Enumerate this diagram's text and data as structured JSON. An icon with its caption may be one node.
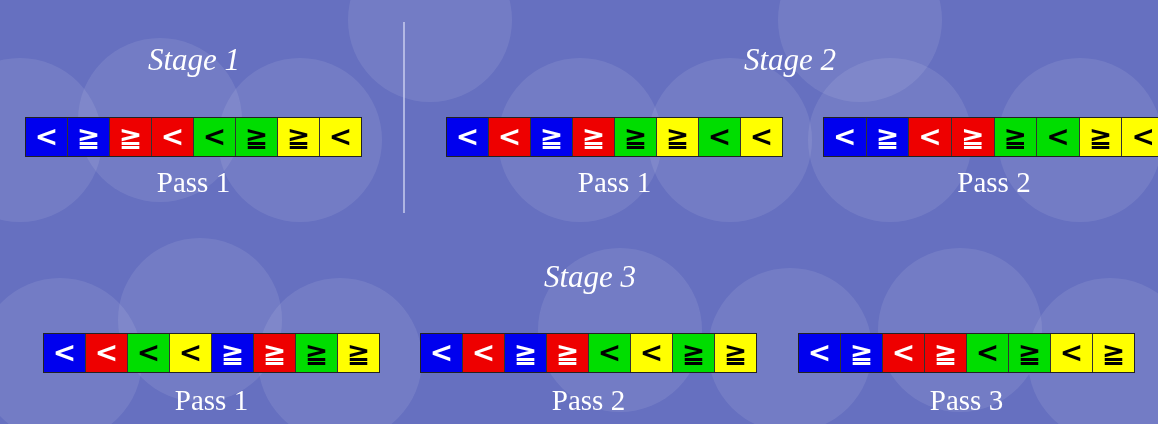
{
  "diagram": {
    "nodes": [
      {
        "text": [],
        "shape": "bar",
        "beside": [
          "Pass 1"
        ]
      },
      {
        "text": [
          "<"
        ],
        "in": 0
      },
      {
        "text": [
          "≧"
        ],
        "in": 0
      },
      {
        "text": [
          "≧"
        ],
        "in": 0
      },
      {
        "text": [
          "<"
        ],
        "in": 0
      },
      {
        "text": [
          "<"
        ],
        "in": 0
      },
      {
        "text": [
          "≧"
        ],
        "in": 0
      },
      {
        "text": [
          "≧"
        ],
        "in": 0
      },
      {
        "text": [
          "<"
        ],
        "in": 0
      },
      {
        "text": [],
        "shape": "bar",
        "beside": [
          "Pass 1"
        ]
      },
      {
        "text": [
          "<"
        ],
        "in": 9
      },
      {
        "text": [
          "<"
        ],
        "in": 9
      },
      {
        "text": [
          "≧"
        ],
        "in": 9
      },
      {
        "text": [
          "≧"
        ],
        "in": 9
      },
      {
        "text": [
          "≧"
        ],
        "in": 9
      },
      {
        "text": [
          "≧"
        ],
        "in": 9
      },
      {
        "text": [
          "<"
        ],
        "in": 9
      },
      {
        "text": [
          "<"
        ],
        "in": 9
      },
      {
        "text": [],
        "shape": "bar",
        "beside": [
          "Pass 2"
        ]
      },
      {
        "text": [
          "<"
        ],
        "in": 18
      },
      {
        "text": [
          "≧"
        ],
        "in": 18
      },
      {
        "text": [
          "<"
        ],
        "in": 18
      },
      {
        "text": [
          "≧"
        ],
        "in": 18
      },
      {
        "text": [
          "≧"
        ],
        "in": 18
      },
      {
        "text": [
          "<"
        ],
        "in": 18
      },
      {
        "text": [
          "≧"
        ],
        "in": 18
      },
      {
        "text": [
          "<"
        ],
        "in": 18
      },
      {
        "text": [],
        "shape": "bar",
        "beside": [
          "Pass 1"
        ]
      },
      {
        "text": [
          "<"
        ],
        "in": 27
      },
      {
        "text": [
          "<"
        ],
        "in": 27
      },
      {
        "text": [
          "<"
        ],
        "in": 27
      },
      {
        "text": [
          "<"
        ],
        "in": 27
      },
      {
        "text": [
          "≧"
        ],
        "in": 27
      },
      {
        "text": [
          "≧"
        ],
        "in": 27
      },
      {
        "text": [
          "≧"
        ],
        "in": 27
      },
      {
        "text": [
          "≧"
        ],
        "in": 27
      },
      {
        "text": [],
        "shape": "bar",
        "beside": [
          "Pass 2"
        ]
      },
      {
        "text": [
          "<"
        ],
        "in": 36
      },
      {
        "text": [
          "<"
        ],
        "in": 36
      },
      {
        "text": [
          "≧"
        ],
        "in": 36
      },
      {
        "text": [
          "≧"
        ],
        "in": 36
      },
      {
        "text": [
          "<"
        ],
        "in": 36
      },
      {
        "text": [
          "<"
        ],
        "in": 36
      },
      {
        "text": [
          "≧"
        ],
        "in": 36
      },
      {
        "text": [
          "≧"
        ],
        "in": 36
      },
      {
        "text": [],
        "shape": "bar",
        "beside": [
          "Pass 3"
        ]
      },
      {
        "text": [
          "<"
        ],
        "in": 45
      },
      {
        "text": [
          "≧"
        ],
        "in": 45
      },
      {
        "text": [
          "<"
        ],
        "in": 45
      },
      {
        "text": [
          "≧"
        ],
        "in": 45
      },
      {
        "text": [
          "<"
        ],
        "in": 45
      },
      {
        "text": [
          "≧"
        ],
        "in": 45
      },
      {
        "text": [
          "<"
        ],
        "in": 45
      },
      {
        "text": [
          "≧"
        ],
        "in": 45
      }
    ],
    "edges": [],
    "labels": [
      "Stage 1",
      "Stage 2",
      "Stage 3"
    ]
  }
}
